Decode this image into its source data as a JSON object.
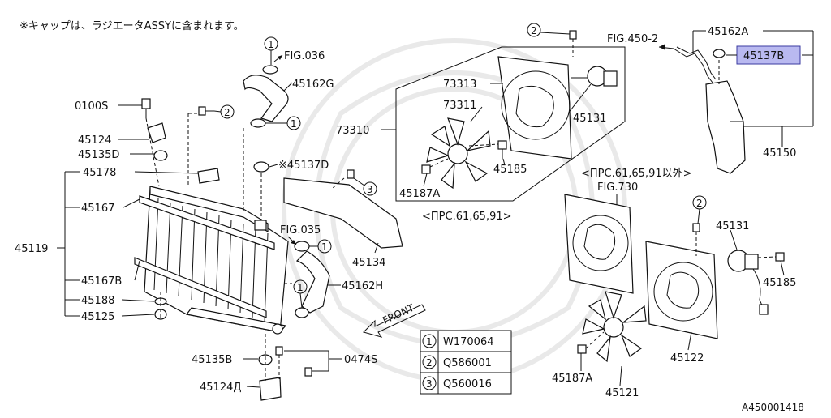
{
  "note": "※キャップは、ラジエータASSYに含まれます。",
  "watermark_id": "A450001418",
  "labels": {
    "p0100S": "0100S",
    "p45124": "45124",
    "p45135D": "45135D",
    "p45178": "45178",
    "p45167": "45167",
    "p45119": "45119",
    "p45167B": "45167B",
    "p45188": "45188",
    "p45125": "45125",
    "p45135B": "45135B",
    "p45124D": "45124Д",
    "p0474S": "0474S",
    "fig036": "FIG.036",
    "p45162G": "45162G",
    "p45137D": "※45137D",
    "fig035": "FIG.035",
    "p45134": "45134",
    "p45162H": "45162H",
    "front": "FRONT",
    "p73313": "73313",
    "p73311": "73311",
    "p73310": "73310",
    "p45131a": "45131",
    "p45185a": "45185",
    "p45187Aa": "45187A",
    "variant_top": "<ПPC.61,65,91>",
    "fig450": "FIG.450-2",
    "p45162A": "45162A",
    "p45137B": "45137B",
    "p45150": "45150",
    "variant_bottom": "<ПPC.61,65,91以外>",
    "fig730": "FIG.730",
    "p45131b": "45131",
    "p45185b": "45185",
    "p45122": "45122",
    "p45187Ab": "45187A",
    "p45121": "45121",
    "c1": "1",
    "c2": "2",
    "c3": "3"
  },
  "legend": [
    {
      "num": "1",
      "code": "W170064"
    },
    {
      "num": "2",
      "code": "Q586001"
    },
    {
      "num": "3",
      "code": "Q560016"
    }
  ],
  "colors": {
    "highlight_fill": "#b9b9f0",
    "highlight_stroke": "#3a3aa0",
    "line": "#111111",
    "watermark": "#e9e9e9"
  }
}
